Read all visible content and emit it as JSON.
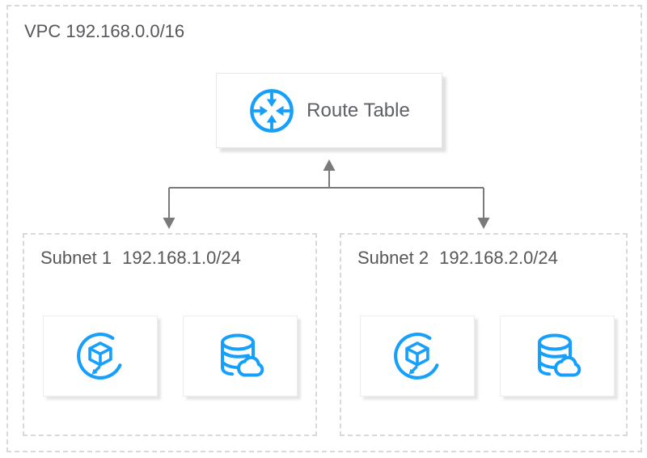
{
  "vpc": {
    "label": "VPC 192.168.0.0/16"
  },
  "route_table": {
    "label": "Route Table",
    "icon": "route-table-icon"
  },
  "subnets": [
    {
      "name": "Subnet 1",
      "cidr": "192.168.1.0/24",
      "resources": [
        {
          "icon": "cvm-icon"
        },
        {
          "icon": "database-cloud-icon"
        }
      ]
    },
    {
      "name": "Subnet 2",
      "cidr": "192.168.2.0/24",
      "resources": [
        {
          "icon": "cvm-icon"
        },
        {
          "icon": "database-cloud-icon"
        }
      ]
    }
  ],
  "connections": [
    {
      "from": "route-table",
      "to": "subnet-1"
    },
    {
      "from": "route-table",
      "to": "subnet-2"
    }
  ],
  "colors": {
    "icon_blue": "#17A0FB",
    "dashed_border_gray": "#d9d9d9",
    "arrow_gray": "#7a7a7a",
    "label_text_gray": "#55575b"
  }
}
